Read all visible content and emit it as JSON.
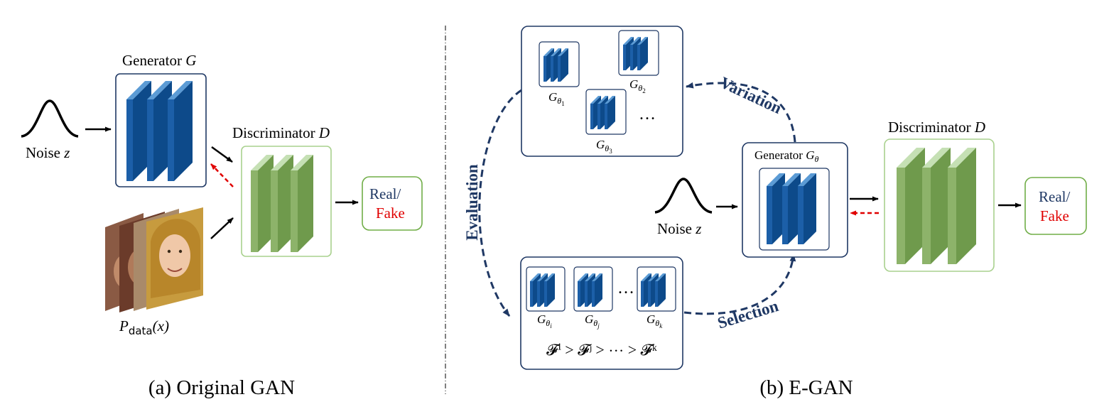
{
  "colors": {
    "navy": "#1f3864",
    "blue_front": "#1c5fa8",
    "blue_side": "#0d4a8a",
    "blue_top": "#5b9bd5",
    "green_front": "#8db36a",
    "green_side": "#6f9a4c",
    "green_top": "#c5e0b4",
    "green_border": "#70ad47",
    "red": "#e00000"
  },
  "left": {
    "caption": "(a) Original GAN",
    "generator_label": "Generator ",
    "generator_sym": "G",
    "discriminator_label": "Discriminator ",
    "discriminator_sym": "D",
    "noise_label": "Noise ",
    "noise_sym": "z",
    "data_label_p": "P",
    "data_label_sub": "data",
    "data_label_arg": "(x)",
    "real_label": "Real/",
    "fake_label": "Fake"
  },
  "right": {
    "caption": "(b) E-GAN",
    "generator_label": "Generator ",
    "generator_sym": "G",
    "generator_sub": "θ",
    "discriminator_label": "Discriminator ",
    "discriminator_sym": "D",
    "noise_label": "Noise ",
    "noise_sym": "z",
    "real_label": "Real/",
    "fake_label": "Fake",
    "variation_label": "Variation",
    "evaluation_label": "Evaluation",
    "selection_label": "Selection",
    "ellipsis": "…",
    "children_top": [
      {
        "g": "G",
        "th": "θ",
        "idx": "1"
      },
      {
        "g": "G",
        "th": "θ",
        "idx": "2"
      },
      {
        "g": "G",
        "th": "θ",
        "idx": "3"
      }
    ],
    "children_bottom": [
      {
        "g": "G",
        "th": "θ",
        "idx": "i"
      },
      {
        "g": "G",
        "th": "θ",
        "idx": "j"
      },
      {
        "g": "G",
        "th": "θ",
        "idx": "k"
      }
    ],
    "fitness_ranking": "𝓕ⁱ > 𝓕ʲ > ⋯ > 𝓕ᵏ"
  }
}
